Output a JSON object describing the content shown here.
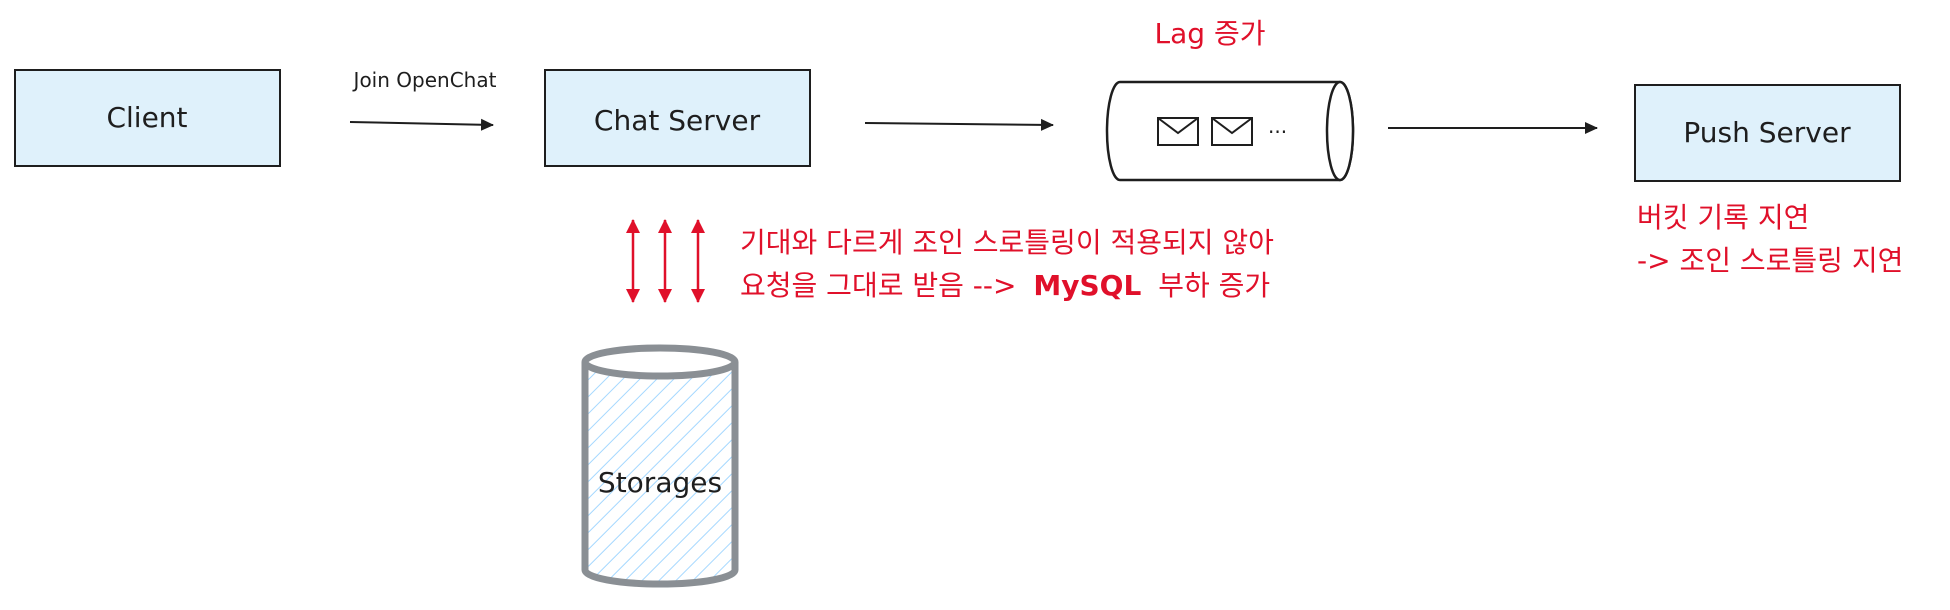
{
  "nodes": {
    "client": {
      "label": "Client"
    },
    "chat_server": {
      "label": "Chat Server"
    },
    "push_server": {
      "label": "Push Server"
    },
    "storage": {
      "label": "Storages"
    },
    "queue": {
      "icon": "envelope-icon",
      "ellipsis": "..."
    }
  },
  "edges": {
    "client_to_chat": {
      "label": "Join OpenChat"
    }
  },
  "annotations": {
    "lag": "Lag 증가",
    "mysql_line1": "기대와 다르게 조인 스로틀링이 적용되지 않아",
    "mysql_line2_prefix": "요청을 그대로 받음 -->",
    "mysql_line2_highlight": "MySQL",
    "mysql_line2_suffix": "부하 증가",
    "push_line1": "버킷 기록 지연",
    "push_line2": "-> 조인 스로틀링 지연"
  },
  "colors": {
    "box_fill": "#dff1fb",
    "stroke": "#1e1e1e",
    "annotation": "#e0102a",
    "storage_body": "#d6dbe0",
    "storage_hatch": "#a5d8ff"
  }
}
